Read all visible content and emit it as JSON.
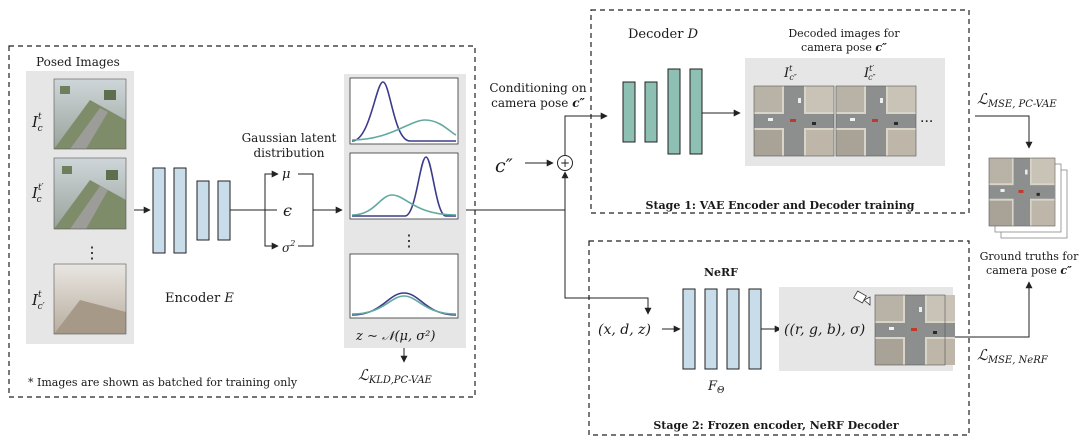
{
  "stage1": {
    "decoder_label": "Decoder",
    "decoder_symbol": "D",
    "decoded_caption_line1": "Decoded images for",
    "decoded_caption_line2": "camera pose",
    "decoded_caption_pose": "c″",
    "image_label_1": "I",
    "image_label_1_sup": "t",
    "image_label_1_sub": "c″",
    "image_label_2": "I",
    "image_label_2_sup": "t′",
    "image_label_2_sub": "c″",
    "ellipsis": "···",
    "title": "Stage 1: VAE Encoder and Decoder training",
    "loss": "ℒ",
    "loss_sub": "MSE, PC-VAE"
  },
  "stage2": {
    "nerf_label": "NeRF",
    "input": "(x, d, z)",
    "output": "((r, g, b), σ)",
    "f_symbol": "F",
    "f_sub": "Θ",
    "title": "Stage 2: Frozen encoder, NeRF Decoder",
    "loss": "ℒ",
    "loss_sub": "MSE, NeRF"
  },
  "left": {
    "posed_images_label": "Posed Images",
    "img_label_1": "I",
    "img_label_1_sup": "t",
    "img_label_1_sub": "c",
    "img_label_2": "I",
    "img_label_2_sup": "t′",
    "img_label_2_sub": "c",
    "img_label_3": "I",
    "img_label_3_sup": "t",
    "img_label_3_sub": "c′",
    "vdots": "⋮",
    "encoder_label": "Encoder",
    "encoder_symbol": "E",
    "latent_line1": "Gaussian latent",
    "latent_line2": "distribution",
    "mu": "μ",
    "epsilon": "ϵ",
    "sigma": "σ",
    "sigma_sup": "2",
    "z_formula": "z ∼ 𝒩(μ, σ²)",
    "kld_loss": "ℒ",
    "kld_sub": "KLD,PC-VAE",
    "note": "* Images are shown as batched for training only"
  },
  "conditioning": {
    "line1": "Conditioning on",
    "line2": "camera pose",
    "pose": "c″",
    "input_symbol": "c″",
    "plus": "+"
  },
  "ground_truth": {
    "line1": "Ground truths for",
    "line2": "camera pose",
    "pose": "c″"
  },
  "colors": {
    "encoder_block": "#c9dcea",
    "decoder_block": "#8dbfb2",
    "panel_bg": "#e6e6e6",
    "curve_purple": "#3b3b8a",
    "curve_teal": "#62a9a0",
    "dashed_border": "#222222"
  }
}
